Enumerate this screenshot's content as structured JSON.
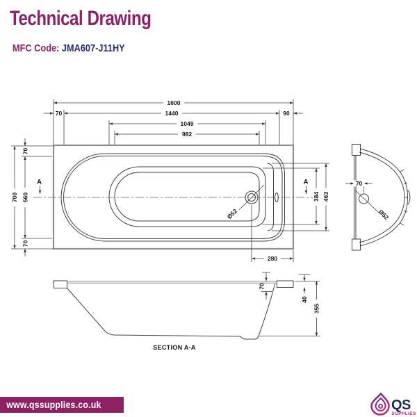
{
  "header": {
    "title": "Technical Drawing",
    "mfc_label": "MFC Code:",
    "mfc_code": "JMA607-J11HY"
  },
  "plan_view": {
    "section_marker_left": "A",
    "section_marker_right": "A",
    "dims": {
      "overall_length": "1600",
      "end_gap_left": "70",
      "inner_length": "1440",
      "end_gap_right": "90",
      "basin_opening_length": "1049",
      "basin_floor_length": "982",
      "overall_width": "700",
      "side_gap_top": "70",
      "rim_width": "560",
      "side_gap_bottom": "70",
      "basin_opening_width": "384",
      "rim_opening_width": "463",
      "drain_from_end": "280",
      "drain_diameter": "Ø52"
    }
  },
  "end_view": {
    "dims": {
      "drain_from_wall": "70",
      "drain_diameter": "Ø52"
    }
  },
  "section_view": {
    "label": "SECTION A-A",
    "dims": {
      "rim_depth": "70",
      "edge_height": "40",
      "overall_height": "355"
    }
  },
  "footer": {
    "website": "www.qssupplies.co.uk"
  },
  "logo": {
    "text": "QS",
    "subtext": "SUPPLIES"
  },
  "colors": {
    "brand_purple": "#8d2163",
    "code_navy": "#252e63",
    "line_dark": "#3f3f3f",
    "line_grey": "#8f8f8f",
    "logo_gradient_start": "#5b2b87",
    "logo_gradient_end": "#d3186d"
  }
}
